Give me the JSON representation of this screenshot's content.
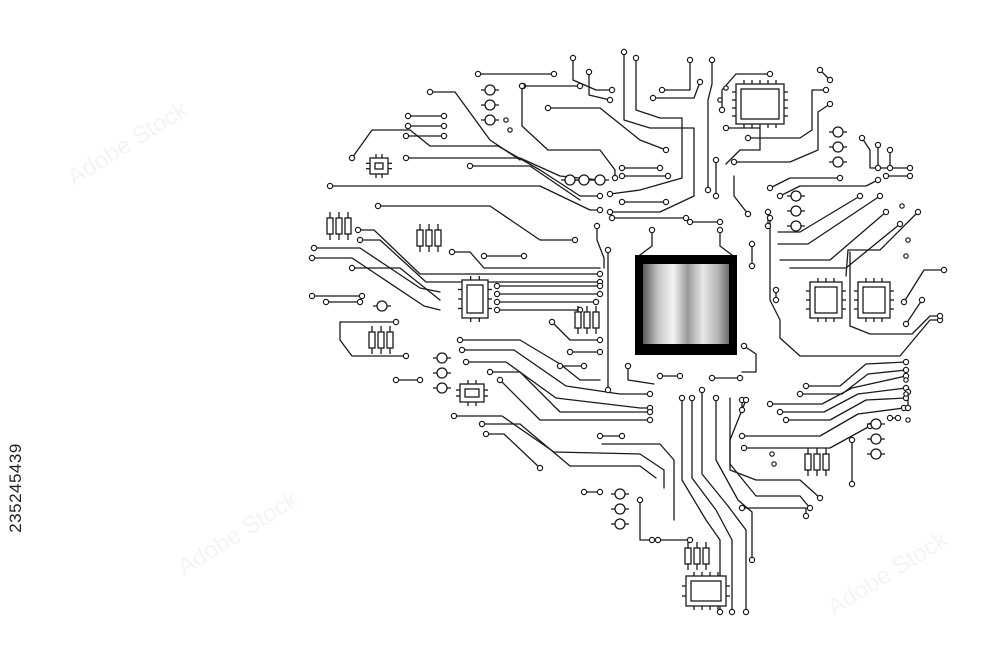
{
  "image": {
    "subject": "brain-shaped printed circuit board with central processor chip",
    "stock_id": "235245439",
    "watermark_text": "Adobe Stock",
    "colors": {
      "background": "#ffffff",
      "trace": "#1a1a1a",
      "chip_frame": "#000000",
      "chip_die_light": "#f2f2f2",
      "chip_die_dark": "#6e6e6e"
    },
    "icons": [
      "cpu-chip-icon",
      "microchip-icon",
      "resistor-icon",
      "capacitor-icon",
      "via-pad-icon"
    ]
  }
}
